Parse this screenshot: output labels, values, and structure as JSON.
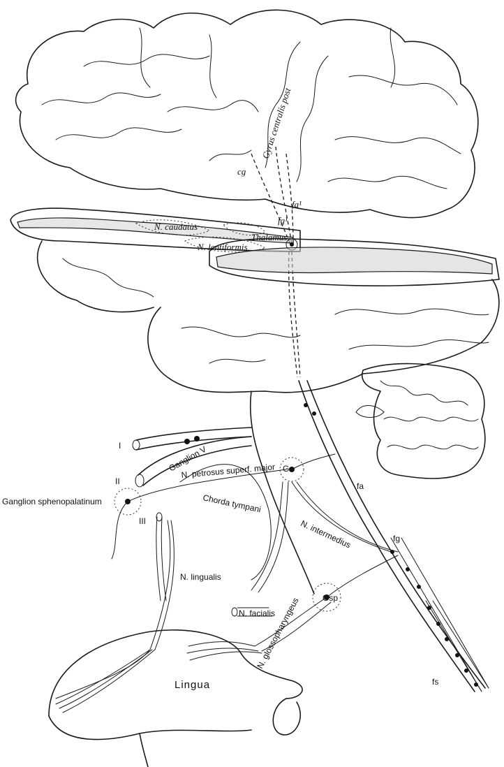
{
  "labels": {
    "gyrus": "Gyrus centralis post",
    "cg": "cg",
    "fa1": "fa¹",
    "fg1": "fg¹",
    "caudatus": "N. caudatus",
    "thalamus": "Thalamus",
    "lentiformis": "N. lentiformis",
    "roman1": "I",
    "roman2": "II",
    "roman3": "III",
    "ganglion_v": "Ganglion V",
    "ganglion_spheno": "Ganglion sphenopalatinum",
    "petrosus": "N. petrosus superf. major",
    "chorda": "Chorda tympani",
    "ga": "Ga",
    "intermedius": "N. intermedius",
    "lingualis": "N. lingualis",
    "facialis": "N. facialis",
    "glosso": "N. glossopharyngeus",
    "gsp": "Gsp",
    "fa": "fa",
    "fg": "fg",
    "fs": "fs",
    "lingua": "Lingua"
  }
}
